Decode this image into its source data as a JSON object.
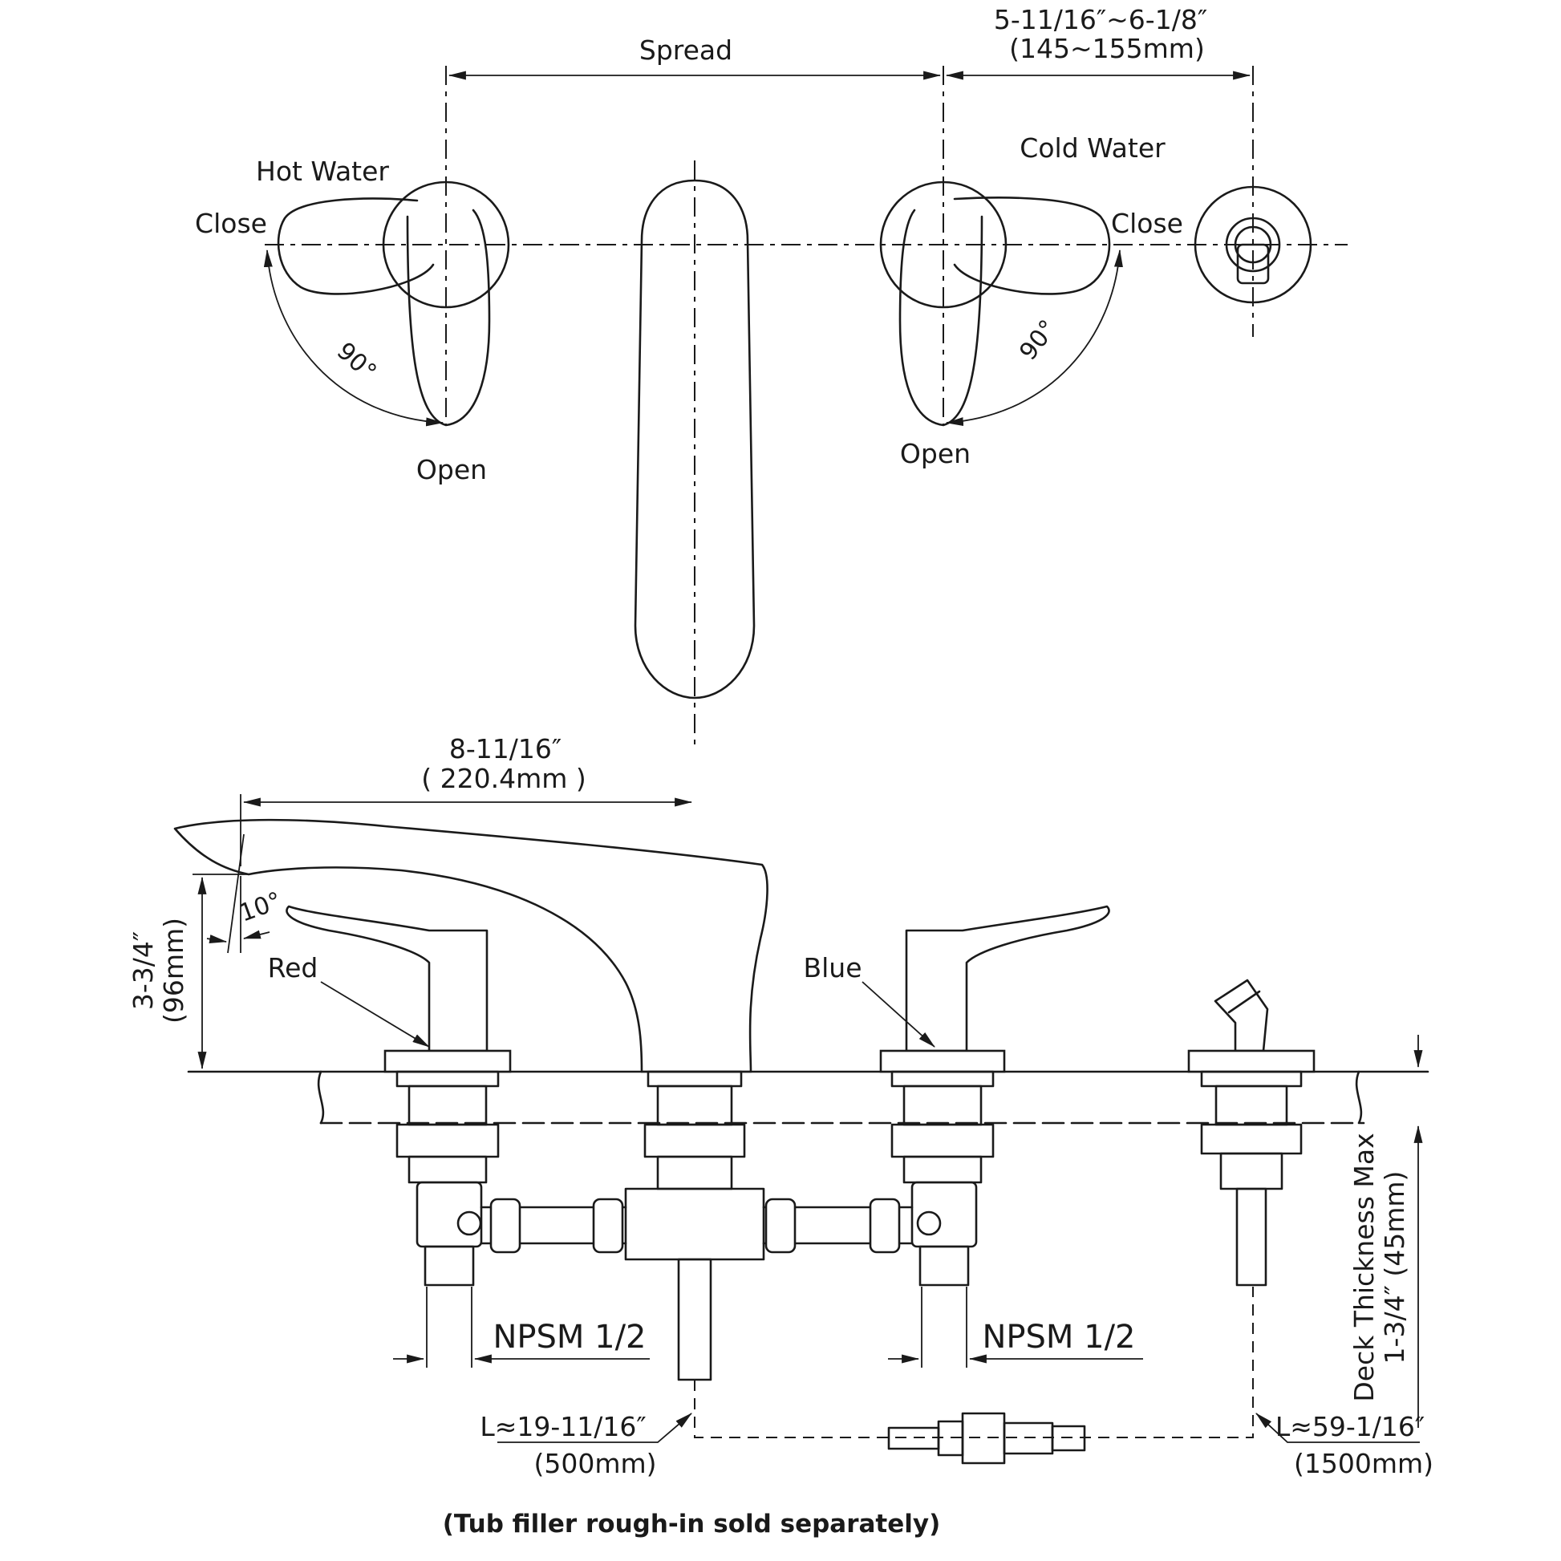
{
  "top_view": {
    "spread_label": "Spread",
    "handle_spacing_in": "5-11/16″~6-1/8″",
    "handle_spacing_mm": "(145~155mm)",
    "hot_water": "Hot Water",
    "cold_water": "Cold Water",
    "hot_close": "Close",
    "hot_open": "Open",
    "hot_angle": "90°",
    "cold_close": "Close",
    "cold_open": "Open",
    "cold_angle": "90°"
  },
  "side_view": {
    "spout_reach_in": "8-11/16″",
    "spout_reach_mm": "( 220.4mm )",
    "spout_height_in": "3-3/4″",
    "spout_height_mm": "(96mm)",
    "spout_angle": "10°",
    "red_label": "Red",
    "blue_label": "Blue",
    "npsm_left": "NPSM 1/2",
    "npsm_right": "NPSM 1/2",
    "hose_left_len_in": "L≈19-11/16″",
    "hose_left_len_mm": "(500mm)",
    "hose_right_len_in": "L≈59-1/16″",
    "hose_right_len_mm": "(1500mm)",
    "deck_thickness_label": "Deck Thickness Max",
    "deck_thickness_value": "1-3/4″ (45mm)",
    "note": "(Tub filler rough-in sold separately)"
  }
}
